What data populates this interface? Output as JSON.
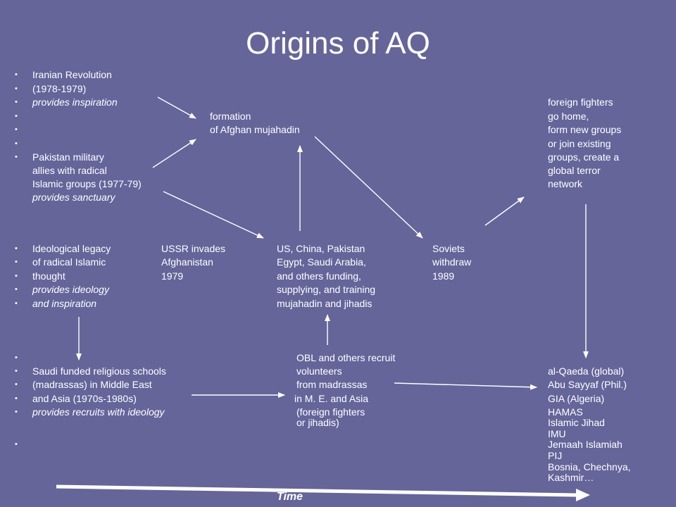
{
  "title": "Origins of AQ",
  "bullet": "•",
  "iranian": [
    "Iranian Revolution",
    "(1978-1979)",
    "provides inspiration"
  ],
  "formation": [
    "formation",
    "of Afghan mujahadin"
  ],
  "pakistan": [
    "Pakistan military",
    "allies with radical",
    "Islamic groups (1977-79)",
    "provides sanctuary"
  ],
  "foreign_fighters": [
    "foreign fighters",
    "go home,",
    "form new groups",
    "or join existing",
    "groups, create a",
    "global terror",
    "network"
  ],
  "ideological": [
    "Ideological legacy",
    "of radical Islamic",
    "thought",
    "provides ideology",
    "and inspiration"
  ],
  "ussr": [
    "USSR invades",
    "Afghanistan",
    "1979"
  ],
  "us_china": [
    "US, China, Pakistan",
    "Egypt, Saudi Arabia,",
    "and others funding,",
    "supplying, and training",
    "mujahadin and jihadis"
  ],
  "soviets": [
    "Soviets",
    "withdraw",
    "1989"
  ],
  "saudi": [
    "Saudi funded religious schools",
    "(madrassas) in Middle East",
    "and Asia (1970s-1980s)",
    "provides recruits with ideology"
  ],
  "obl": [
    "OBL and others recruit",
    "volunteers",
    "from madrassas",
    "in M. E. and Asia",
    "(foreign fighters",
    "or jihadis)"
  ],
  "groups": [
    "al-Qaeda (global)",
    "Abu Sayyaf (Phil.)",
    "GIA (Algeria)",
    "HAMAS",
    "Islamic Jihad",
    "IMU",
    "Jemaah Islamiah",
    "PIJ",
    "Bosnia, Chechnya,",
    "Kashmir…"
  ],
  "time_label": "Time",
  "colors": {
    "background": "#65659a",
    "text": "#ffffff",
    "arrows": "#ffffff"
  }
}
